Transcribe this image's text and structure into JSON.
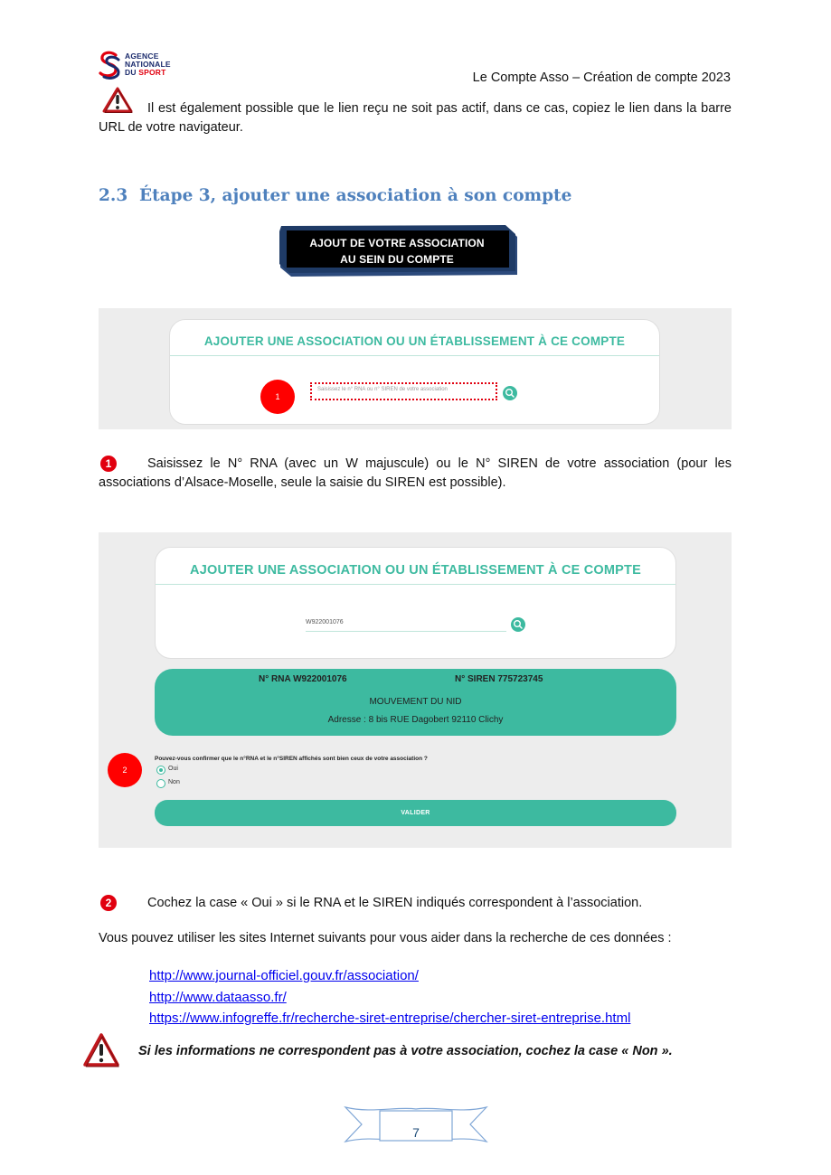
{
  "header": {
    "logo_line1": "AGENCE",
    "logo_line2": "NATIONALE",
    "logo_line3_prefix": "DU ",
    "logo_line3_accent": "SPORT",
    "doc_title": "Le Compte Asso – Création de compte 2023"
  },
  "intro_paragraph": "Il est également possible que le lien reçu ne soit pas actif, dans ce cas, copiez le lien dans la barre URL de votre navigateur.",
  "section": {
    "number": "2.3",
    "title": "Étape 3, ajouter une association à son compte"
  },
  "badge": {
    "line1": "AJOUT DE VOTRE ASSOCIATION",
    "line2": "AU SEIN DU COMPTE"
  },
  "screenshot1": {
    "card_title": "AJOUTER UNE ASSOCIATION OU UN ÉTABLISSEMENT À CE COMPTE",
    "marker": "1",
    "input_placeholder": "Saisissez le n° RNA ou n° SIREN de votre association"
  },
  "step1": {
    "bullet": "1",
    "text": "Saisissez le N° RNA (avec un W majuscule) ou le N° SIREN de votre association (pour les associations d’Alsace-Moselle, seule la saisie du SIREN est possible)."
  },
  "screenshot2": {
    "card_title": "AJOUTER UNE ASSOCIATION OU UN ÉTABLISSEMENT À CE COMPTE",
    "input_value": "W922001076",
    "rna": "N° RNA W922001076",
    "siren": "N° SIREN 775723745",
    "name": "MOUVEMENT DU NID",
    "address": "Adresse : 8 bis RUE Dagobert 92110 Clichy",
    "marker": "2",
    "question": "Pouvez-vous confirmer que le n°RNA et le n°SIREN affichés sont bien ceux de votre association ?",
    "option_yes": "Oui",
    "option_no": "Non",
    "validate_label": "VALIDER"
  },
  "step2": {
    "bullet": "2",
    "text": "Cochez la case « Oui » si le RNA et le SIREN indiqués correspondent à l’association."
  },
  "help_text": "Vous pouvez utiliser les sites Internet suivants pour vous aider dans la recherche de ces données :",
  "links": [
    "http://www.journal-officiel.gouv.fr/association/",
    "http://www.dataasso.fr/",
    "https://www.infogreffe.fr/recherche-siret-entreprise/chercher-siret-entreprise.html"
  ],
  "warning_note": "Si les informations ne correspondent pas à votre association, cochez la case « Non ».",
  "page_number": "7",
  "colors": {
    "accent_green": "#3dbaa0",
    "heading_blue": "#4f81bd",
    "alert_red": "#e1000f"
  }
}
